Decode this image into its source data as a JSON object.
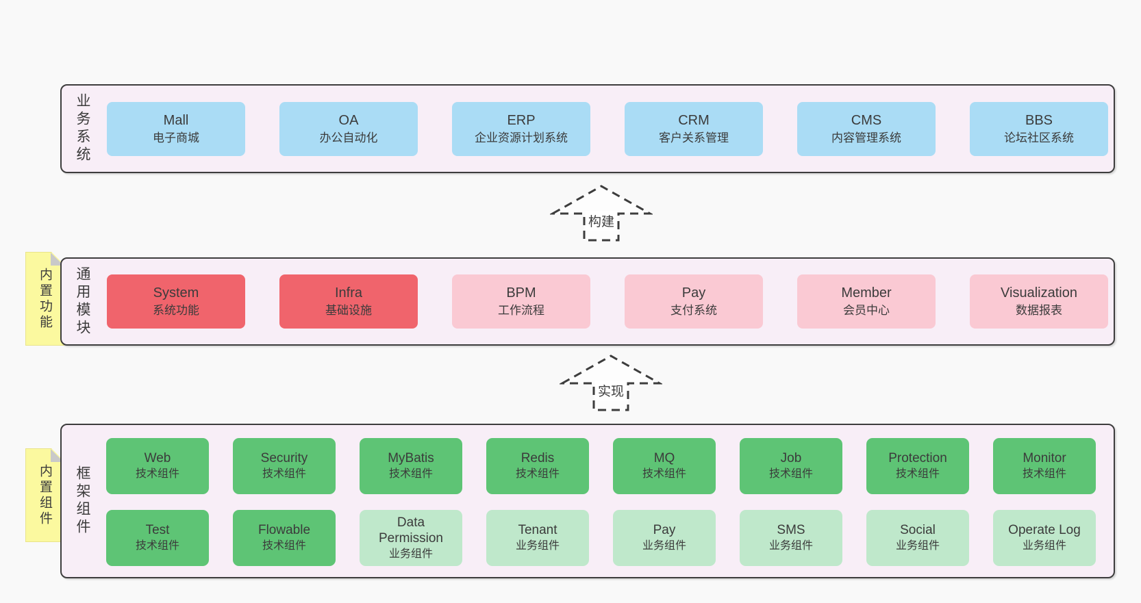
{
  "colors": {
    "background": "#f9f9f9",
    "container_bg": "#f8eef7",
    "container_border": "#3d3d3d",
    "text": "#3b3b3b",
    "blue": "#aadcf5",
    "red": "#f0646c",
    "pink": "#fac9d3",
    "green_dark": "#5ec475",
    "green_light": "#bfe8cb",
    "note_bg": "#fbf99f",
    "note_fold": "#c9c9c9"
  },
  "arrows": [
    {
      "label": "构建"
    },
    {
      "label": "实现"
    }
  ],
  "layers": [
    {
      "id": "business",
      "label": "业务系统",
      "boxes": [
        {
          "en": "Mall",
          "zh": "电子商城",
          "type": "blue"
        },
        {
          "en": "OA",
          "zh": "办公自动化",
          "type": "blue"
        },
        {
          "en": "ERP",
          "zh": "企业资源计划系统",
          "type": "blue"
        },
        {
          "en": "CRM",
          "zh": "客户关系管理",
          "type": "blue"
        },
        {
          "en": "CMS",
          "zh": "内容管理系统",
          "type": "blue"
        },
        {
          "en": "BBS",
          "zh": "论坛社区系统",
          "type": "blue"
        }
      ]
    },
    {
      "id": "modules",
      "label": "通用模块",
      "note": "内置功能",
      "boxes": [
        {
          "en": "System",
          "zh": "系统功能",
          "type": "red"
        },
        {
          "en": "Infra",
          "zh": "基础设施",
          "type": "red"
        },
        {
          "en": "BPM",
          "zh": "工作流程",
          "type": "pink"
        },
        {
          "en": "Pay",
          "zh": "支付系统",
          "type": "pink"
        },
        {
          "en": "Member",
          "zh": "会员中心",
          "type": "pink"
        },
        {
          "en": "Visualization",
          "zh": "数据报表",
          "type": "pink"
        }
      ]
    },
    {
      "id": "components",
      "label": "框架组件",
      "note": "内置组件",
      "rows": [
        [
          {
            "en": "Web",
            "zh": "技术组件",
            "type": "green-dark"
          },
          {
            "en": "Security",
            "zh": "技术组件",
            "type": "green-dark"
          },
          {
            "en": "MyBatis",
            "zh": "技术组件",
            "type": "green-dark"
          },
          {
            "en": "Redis",
            "zh": "技术组件",
            "type": "green-dark"
          },
          {
            "en": "MQ",
            "zh": "技术组件",
            "type": "green-dark"
          },
          {
            "en": "Job",
            "zh": "技术组件",
            "type": "green-dark"
          },
          {
            "en": "Protection",
            "zh": "技术组件",
            "type": "green-dark"
          },
          {
            "en": "Monitor",
            "zh": "技术组件",
            "type": "green-dark"
          }
        ],
        [
          {
            "en": "Test",
            "zh": "技术组件",
            "type": "green-dark"
          },
          {
            "en": "Flowable",
            "zh": "技术组件",
            "type": "green-dark"
          },
          {
            "en": "Data Permission",
            "zh": "业务组件",
            "type": "green-light"
          },
          {
            "en": "Tenant",
            "zh": "业务组件",
            "type": "green-light"
          },
          {
            "en": "Pay",
            "zh": "业务组件",
            "type": "green-light"
          },
          {
            "en": "SMS",
            "zh": "业务组件",
            "type": "green-light"
          },
          {
            "en": "Social",
            "zh": "业务组件",
            "type": "green-light"
          },
          {
            "en": "Operate Log",
            "zh": "业务组件",
            "type": "green-light"
          }
        ]
      ]
    }
  ]
}
